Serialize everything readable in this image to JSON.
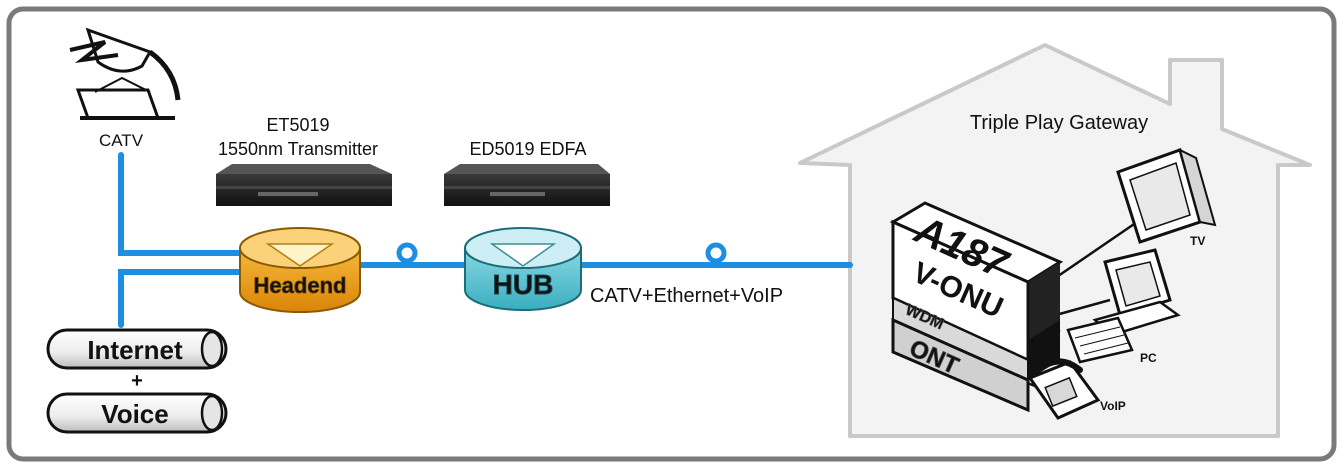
{
  "catv": {
    "label": "CATV"
  },
  "transmitter": {
    "model": "ET5019",
    "desc": "1550nm Transmitter"
  },
  "edfa": {
    "label": "ED5019 EDFA"
  },
  "headend": {
    "label": "Headend"
  },
  "hub": {
    "label": "HUB"
  },
  "link": {
    "label": "CATV+Ethernet+VoIP"
  },
  "services": {
    "internet": "Internet",
    "plus": "+",
    "voice": "Voice"
  },
  "house": {
    "title": "Triple Play Gateway"
  },
  "onu": {
    "model": "A187",
    "name": "V-ONU",
    "wdm": "WDM",
    "ont": "ONT"
  },
  "devices": {
    "tv": "TV",
    "pc": "PC",
    "voip": "VoIP"
  },
  "colors": {
    "fiber": "#1e8fe0",
    "headend_top": "#fbd27a",
    "headend_body": "#f0a21c",
    "hub_top": "#cdeef5",
    "hub_body": "#5cc6d6",
    "onu_red": "#e0131b",
    "frame": "#7a7a7a",
    "house_fill": "#f2f2f2",
    "house_stroke": "#c8c8c8"
  }
}
